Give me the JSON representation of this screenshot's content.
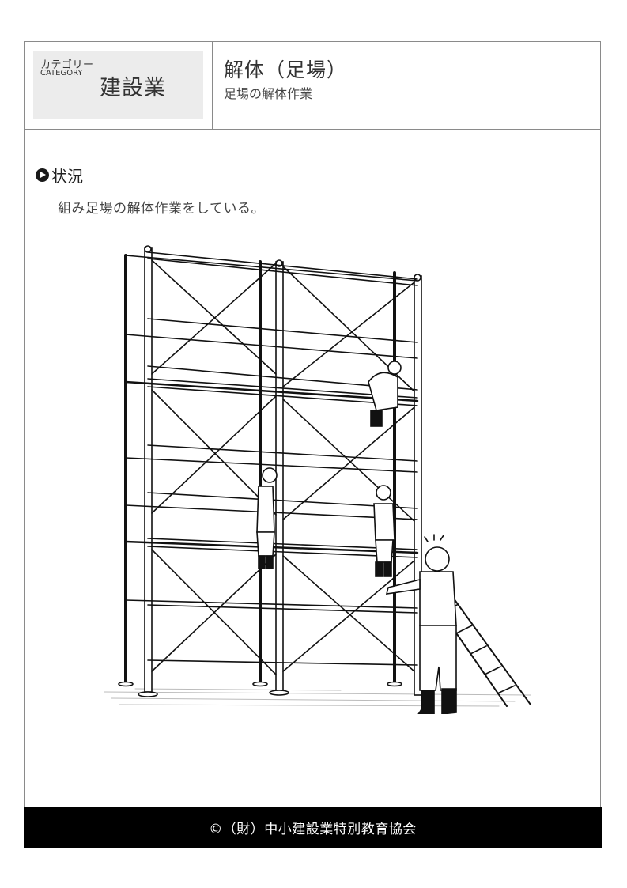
{
  "header": {
    "category_label_jp": "カテゴリー",
    "category_label_en": "CATEGORY",
    "category_value": "建設業",
    "title": "解体（足場）",
    "subtitle": "足場の解体作業"
  },
  "situation": {
    "icon": "play-circle-icon",
    "heading": "状況",
    "text": "組み足場の解体作業をしている。"
  },
  "illustration": {
    "description": "Three-tier frame scaffolding being dismantled; two workers on middle tier, one on top tier, one worker on the ground beside a ladder"
  },
  "footer": {
    "copyright": "©（財）中小建設業特別教育協会"
  },
  "colors": {
    "frame_border": "#8a8a8a",
    "category_bg": "#ececec",
    "footer_bg": "#000000",
    "footer_text": "#ffffff"
  }
}
